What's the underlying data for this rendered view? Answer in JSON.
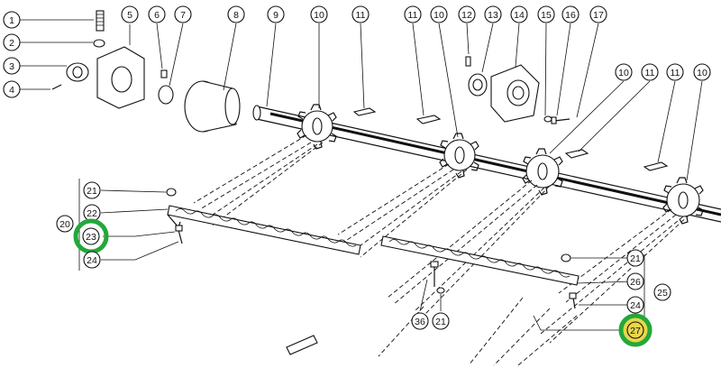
{
  "callouts": [
    {
      "label": "1"
    },
    {
      "label": "2"
    },
    {
      "label": "3"
    },
    {
      "label": "4"
    },
    {
      "label": "5"
    },
    {
      "label": "6"
    },
    {
      "label": "7"
    },
    {
      "label": "8"
    },
    {
      "label": "9"
    },
    {
      "label": "10"
    },
    {
      "label": "11"
    },
    {
      "label": "11"
    },
    {
      "label": "10"
    },
    {
      "label": "12"
    },
    {
      "label": "13"
    },
    {
      "label": "14"
    },
    {
      "label": "15"
    },
    {
      "label": "16"
    },
    {
      "label": "17"
    },
    {
      "label": "10"
    },
    {
      "label": "11"
    },
    {
      "label": "11"
    },
    {
      "label": "10"
    },
    {
      "label": "21"
    },
    {
      "label": "22"
    },
    {
      "label": "20"
    },
    {
      "label": "23"
    },
    {
      "label": "24"
    },
    {
      "label": "21"
    },
    {
      "label": "26"
    },
    {
      "label": "25"
    },
    {
      "label": "24"
    },
    {
      "label": "27"
    },
    {
      "label": "36"
    },
    {
      "label": "21"
    }
  ],
  "highlight_color": "#22a83a"
}
